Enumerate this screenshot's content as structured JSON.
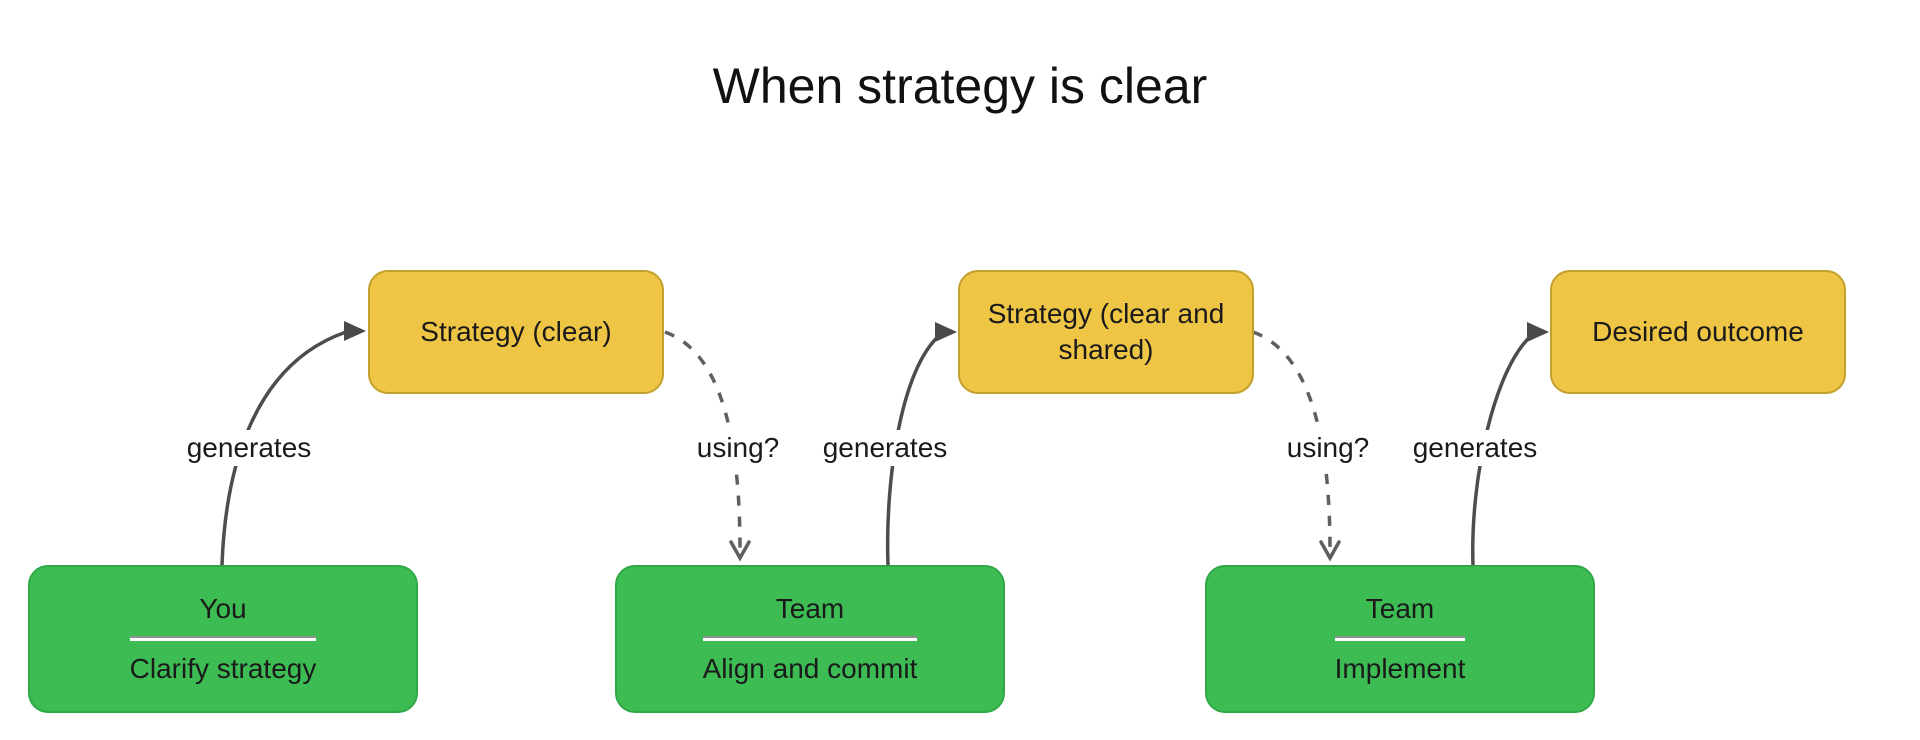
{
  "title": "When strategy is clear",
  "diagram": {
    "type": "flowchart",
    "actors": [
      {
        "name": "You",
        "action": "Clarify strategy"
      },
      {
        "name": "Team",
        "action": "Align and commit"
      },
      {
        "name": "Team",
        "action": "Implement"
      }
    ],
    "artifacts": [
      {
        "label": "Strategy (clear)"
      },
      {
        "label": "Strategy (clear and shared)"
      },
      {
        "label": "Desired outcome"
      }
    ],
    "edges": [
      {
        "from": "You: Clarify strategy",
        "to": "Strategy (clear)",
        "label": "generates",
        "style": "solid"
      },
      {
        "from": "Strategy (clear)",
        "to": "Team: Align and commit",
        "label": "using?",
        "style": "dashed"
      },
      {
        "from": "Team: Align and commit",
        "to": "Strategy (clear and shared)",
        "label": "generates",
        "style": "solid"
      },
      {
        "from": "Strategy (clear and shared)",
        "to": "Team: Implement",
        "label": "using?",
        "style": "dashed"
      },
      {
        "from": "Team: Implement",
        "to": "Desired outcome",
        "label": "generates",
        "style": "solid"
      }
    ],
    "colors": {
      "background": "#ffffff",
      "actor_fill": "#3dbc54",
      "actor_border": "#2fa846",
      "artifact_fill": "#eec545",
      "artifact_border": "#c3a02c",
      "edge_stroke": "#4d4d4d",
      "divider": "#ffffff",
      "text": "#1a1a1a"
    }
  }
}
